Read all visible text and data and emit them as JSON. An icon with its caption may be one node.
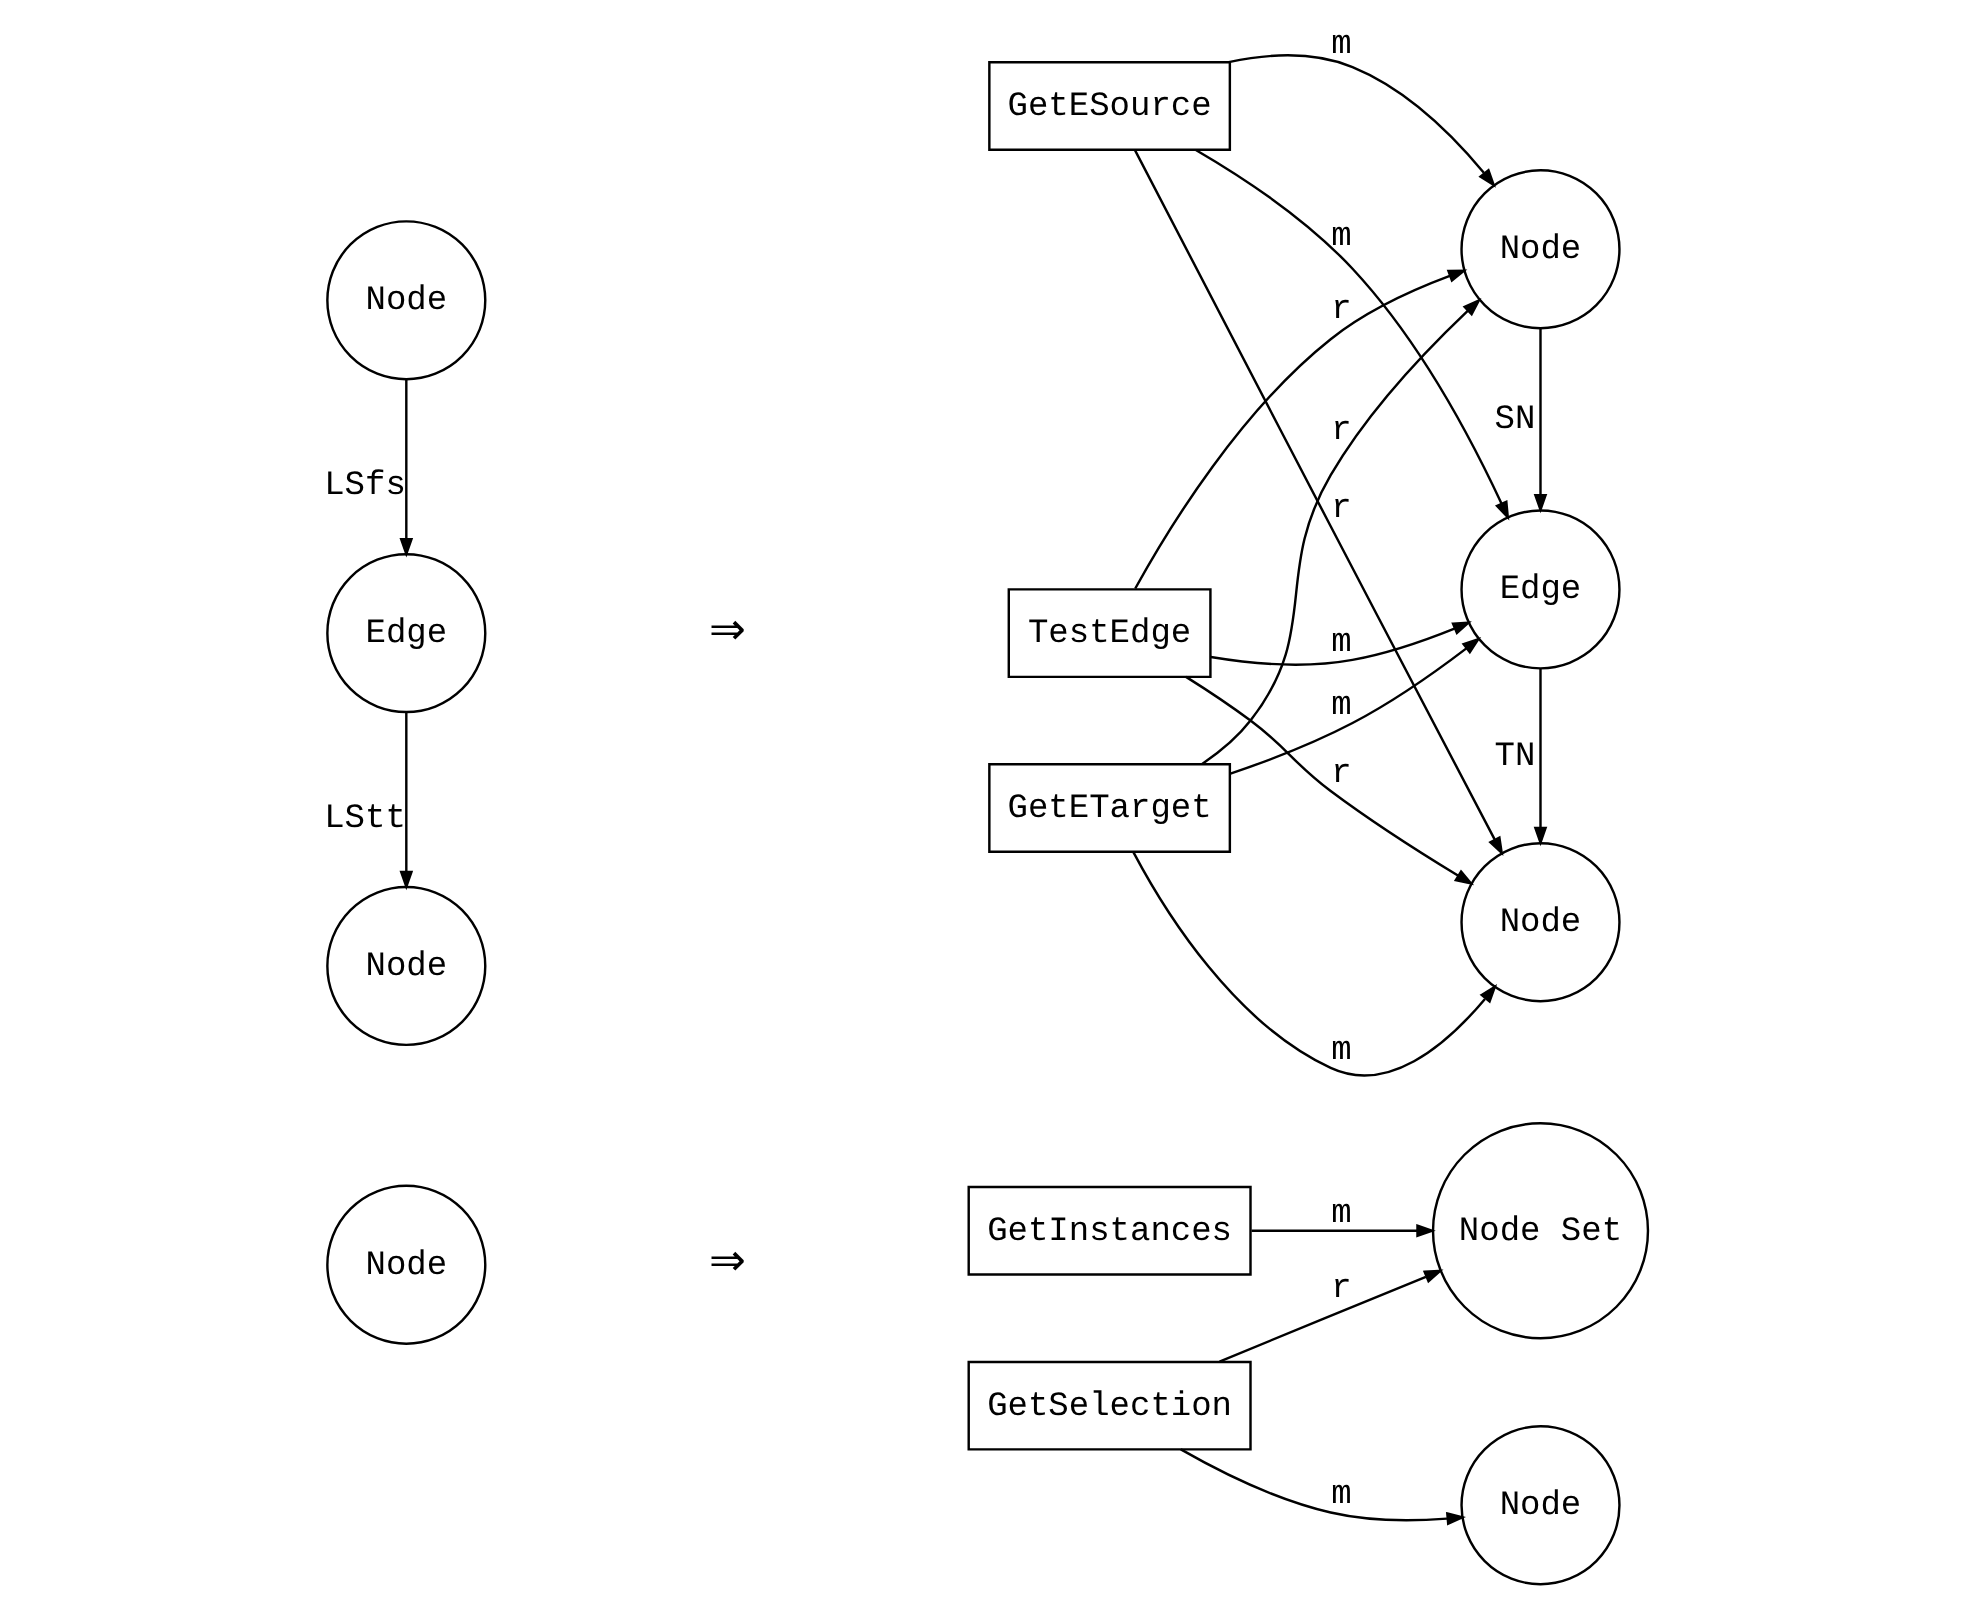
{
  "diagram": {
    "nodes": [
      {
        "text": [
          "Node"
        ]
      },
      {
        "text": [
          "Node Set"
        ]
      },
      {
        "text": [
          "GetInstances"
        ]
      },
      {
        "text": [
          "Node"
        ]
      },
      {
        "text": [
          "GetSelection"
        ]
      },
      {
        "text": [
          "Node"
        ]
      },
      {
        "text": [
          "Edge"
        ]
      },
      {
        "text": [
          "Node"
        ]
      },
      {
        "text": [
          "Node"
        ]
      },
      {
        "text": [
          "Edge"
        ]
      },
      {
        "text": [
          "Node"
        ]
      },
      {
        "text": [
          "TestEdge"
        ]
      },
      {
        "text": [
          "GetESource"
        ]
      },
      {
        "text": [
          "GetETarget"
        ]
      }
    ],
    "edges": [
      {
        "from": 2,
        "to": 1,
        "arrow": "to",
        "label": "m"
      },
      {
        "from": 4,
        "to": 1,
        "arrow": "to",
        "label": "r"
      },
      {
        "from": 4,
        "to": 3,
        "arrow": "to",
        "label": "m"
      },
      {
        "from": 5,
        "to": 6,
        "arrow": "to",
        "label": "LSfs"
      },
      {
        "from": 6,
        "to": 7,
        "arrow": "to",
        "label": "LStt"
      },
      {
        "from": 11,
        "to": 8,
        "arrow": "to",
        "label": "r"
      },
      {
        "from": 11,
        "to": 9,
        "arrow": "to",
        "label": "m"
      },
      {
        "from": 11,
        "to": 10,
        "arrow": "to",
        "label": "r"
      },
      {
        "from": 8,
        "to": 9,
        "arrow": "to",
        "label": "SN"
      },
      {
        "from": 9,
        "to": 10,
        "arrow": "to",
        "label": "TN"
      },
      {
        "from": 12,
        "to": 8,
        "arrow": "to",
        "label": "m"
      },
      {
        "from": 12,
        "to": 9,
        "arrow": "to",
        "label": "m"
      },
      {
        "from": 12,
        "to": 10,
        "arrow": "to",
        "label": "r"
      },
      {
        "from": 13,
        "to": 8,
        "arrow": "to",
        "label": "r"
      },
      {
        "from": 13,
        "to": 9,
        "arrow": "to",
        "label": "m"
      },
      {
        "from": 13,
        "to": 10,
        "arrow": "to",
        "label": "m"
      }
    ],
    "labels": [
      "⇒",
      "⇒"
    ]
  }
}
